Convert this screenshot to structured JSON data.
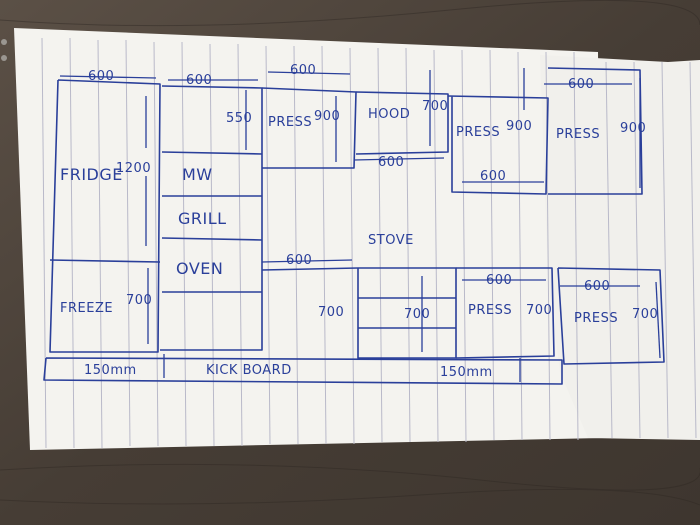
{
  "colors": {
    "table": "#4a4038",
    "paper": "#f4f3ef",
    "ruled_line": "#b9b9c9",
    "ink": "#2a3f9a"
  },
  "sketch": {
    "dims": {
      "w600": "600",
      "w550": "550",
      "w900": "900",
      "w700": "700",
      "w1200": "1200",
      "kick": "150mm"
    },
    "labels": {
      "fridge": "FRIDGE",
      "microwave": "MW",
      "grill": "GRILL",
      "oven": "OVEN",
      "press": "PRESS",
      "hood": "HOOD",
      "stove": "STOVE",
      "freeze": "FREEZE",
      "kickboard": "KICK BOARD"
    }
  }
}
